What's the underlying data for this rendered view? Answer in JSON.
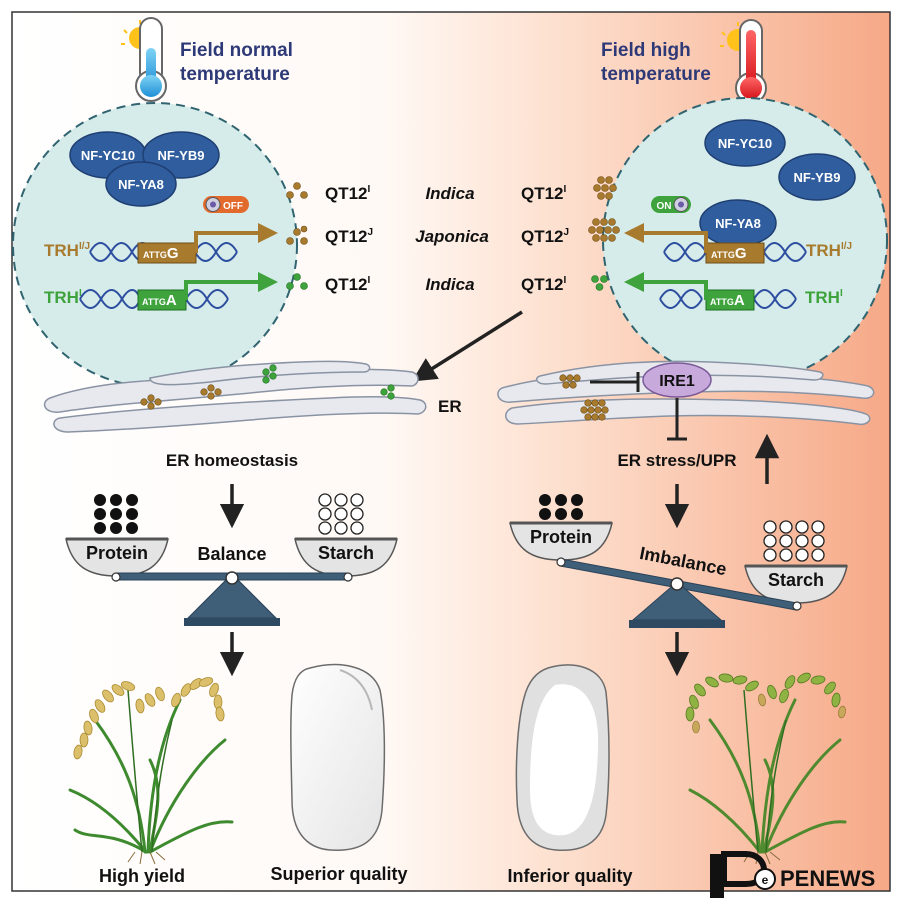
{
  "conditions": {
    "normal": {
      "line1": "Field normal",
      "line2": "temperature"
    },
    "high": {
      "line1": "Field high",
      "line2": "temperature"
    }
  },
  "proteins": {
    "nfyc10": "NF-YC10",
    "nfyb9": "NF-YB9",
    "nfya8": "NF-YA8"
  },
  "switches": {
    "off": "OFF",
    "on": "ON"
  },
  "genes": {
    "trh_ij": "TRH",
    "trh_ij_sup": "I/J",
    "trh_i": "TRH",
    "trh_i_sup": "I",
    "motif_g_prefix": "ATTG",
    "motif_g_base": "G",
    "motif_a_prefix": "ATTG",
    "motif_a_base": "A"
  },
  "center_rows": [
    {
      "left": "QT12",
      "left_sup": "I",
      "middle": "Indica",
      "right": "QT12",
      "right_sup": "I"
    },
    {
      "left": "QT12",
      "left_sup": "J",
      "middle": "Japonica",
      "right": "QT12",
      "right_sup": "J"
    },
    {
      "left": "QT12",
      "left_sup": "I",
      "middle": "Indica",
      "right": "QT12",
      "right_sup": "I"
    }
  ],
  "er": {
    "label": "ER",
    "homeostasis": "ER homeostasis",
    "stress": "ER stress/UPR",
    "ire1": "IRE1"
  },
  "scale": {
    "protein": "Protein",
    "starch": "Starch",
    "balance": "Balance",
    "imbalance": "Imbalance"
  },
  "outcomes": {
    "high_yield": "High yield",
    "superior_quality": "Superior quality",
    "inferior_quality": "Inferior quality"
  },
  "watermark": "PENEWS",
  "colors": {
    "brown": "#a87a2e",
    "green": "#3ea33c",
    "navy": "#2e3a78",
    "beam": "#3f5f78",
    "bubble": "#d6ecea",
    "oval": "#2f5d9e"
  }
}
